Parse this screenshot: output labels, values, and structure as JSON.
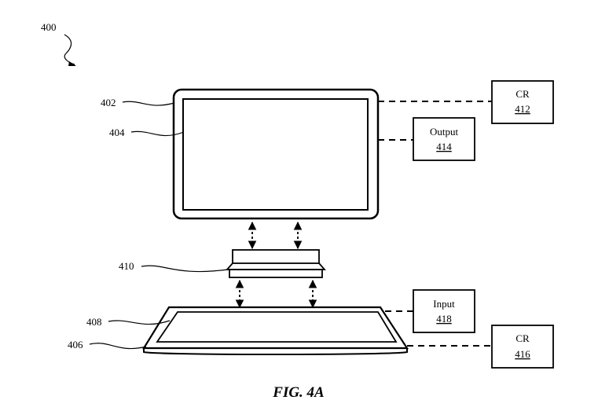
{
  "figure": {
    "ref_main": "400",
    "ref_monitor_outer": "402",
    "ref_monitor_screen": "404",
    "ref_keyboard_outer": "406",
    "ref_keyboard_surface": "408",
    "ref_connector": "410",
    "caption": "FIG. 4A"
  },
  "boxes": {
    "cr_top": {
      "label": "CR",
      "number": "412"
    },
    "output": {
      "label": "Output",
      "number": "414"
    },
    "input": {
      "label": "Input",
      "number": "418"
    },
    "cr_bottom": {
      "label": "CR",
      "number": "416"
    }
  }
}
